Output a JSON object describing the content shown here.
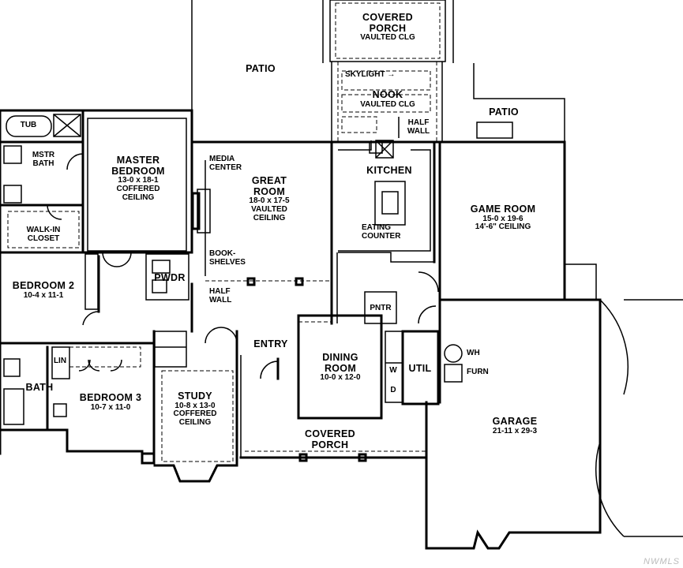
{
  "rooms": {
    "covered_porch_top": {
      "name": [
        "COVERED",
        "PORCH"
      ],
      "note": "VAULTED CLG"
    },
    "patio_left": {
      "name": "PATIO"
    },
    "patio_right": {
      "name": "PATIO"
    },
    "skylight": {
      "name": "SKYLIGHT"
    },
    "nook": {
      "name": "NOOK",
      "note": "VAULTED CLG"
    },
    "half_wall_kitchen": {
      "name": [
        "HALF",
        "WALL"
      ]
    },
    "tub": {
      "name": "TUB"
    },
    "mstr_bath": {
      "name": [
        "MSTR",
        "BATH"
      ]
    },
    "walk_in_closet": {
      "name": [
        "WALK-IN",
        "CLOSET"
      ]
    },
    "master_bedroom": {
      "name": [
        "MASTER",
        "BEDROOM"
      ],
      "dims": "13-0 x 18-1",
      "note": [
        "COFFERED",
        "CEILING"
      ]
    },
    "media_center": {
      "name": [
        "MEDIA",
        "CENTER"
      ]
    },
    "great_room": {
      "name": [
        "GREAT",
        "ROOM"
      ],
      "dims": "18-0 x 17-5",
      "note": [
        "VAULTED",
        "CEILING"
      ]
    },
    "bookshelves": {
      "name": [
        "BOOK-",
        "SHELVES"
      ]
    },
    "kitchen": {
      "name": "KITCHEN"
    },
    "eating_counter": {
      "name": [
        "EATING",
        "COUNTER"
      ]
    },
    "game_room": {
      "name": "GAME ROOM",
      "dims": "15-0 x 19-6",
      "note": "14'-6\" CEILING"
    },
    "bedroom2": {
      "name": "BEDROOM 2",
      "dims": "10-4 x 11-1"
    },
    "pwdr": {
      "name": "PWDR"
    },
    "half_wall_great": {
      "name": [
        "HALF",
        "WALL"
      ]
    },
    "pntr": {
      "name": "PNTR"
    },
    "entry": {
      "name": "ENTRY"
    },
    "dining_room": {
      "name": [
        "DINING",
        "ROOM"
      ],
      "dims": "10-0 x 12-0"
    },
    "util": {
      "name": "UTIL"
    },
    "w": {
      "name": "W"
    },
    "d": {
      "name": "D"
    },
    "wh": {
      "name": "WH"
    },
    "furn": {
      "name": "FURN"
    },
    "lin": {
      "name": "LIN"
    },
    "bath": {
      "name": "BATH"
    },
    "bedroom3": {
      "name": "BEDROOM 3",
      "dims": "10-7 x 11-0"
    },
    "study": {
      "name": "STUDY",
      "dims": "10-8 x 13-0",
      "note": [
        "COFFERED",
        "CEILING"
      ]
    },
    "covered_porch_front": {
      "name": [
        "COVERED",
        "PORCH"
      ]
    },
    "garage": {
      "name": "GARAGE",
      "dims": "21-11 x 29-3"
    }
  },
  "watermark": "NWMLS"
}
